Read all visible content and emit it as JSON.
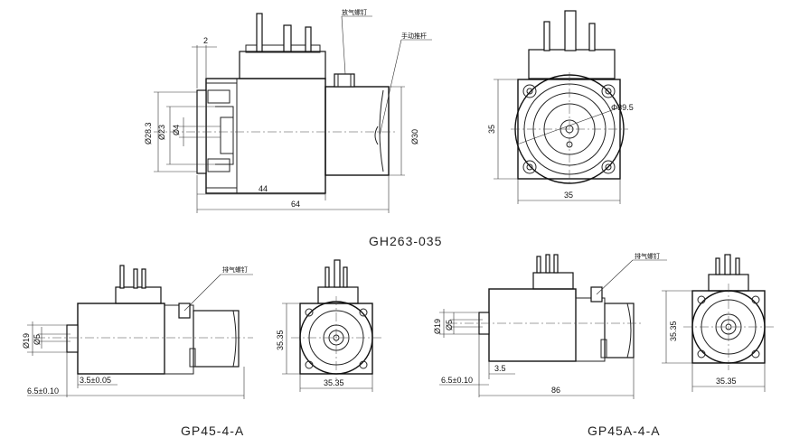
{
  "top_drawing": {
    "model": "GH263-035",
    "callouts": {
      "bleed_screw": "放气螺钉",
      "manual_push_rod": "手动推杆"
    },
    "dims": {
      "gap": "2",
      "d28": "Ø28.3",
      "d23": "Ø23",
      "d4": "Ø4",
      "d30": "Ø30",
      "len44": "44",
      "len64": "64",
      "phi395": "Φ39.5",
      "h35": "35",
      "w35": "35"
    }
  },
  "left_drawing": {
    "model": "GP45-4-A",
    "callouts": {
      "vent_screw": "排气螺钉"
    },
    "dims": {
      "d19": "Ø19",
      "d5": "Ø5",
      "len35": "3.5±0.05",
      "len65": "6.5±0.10",
      "h3535": "35.35",
      "w3535": "35.35"
    }
  },
  "right_drawing": {
    "model": "GP45A-4-A",
    "callouts": {
      "vent_screw": "排气螺钉"
    },
    "dims": {
      "d19": "Ø19",
      "d5": "Ø5",
      "len35": "3.5",
      "len65": "6.5±0.10",
      "len86": "86",
      "h3535": "35.35",
      "w3535": "35.35"
    }
  }
}
